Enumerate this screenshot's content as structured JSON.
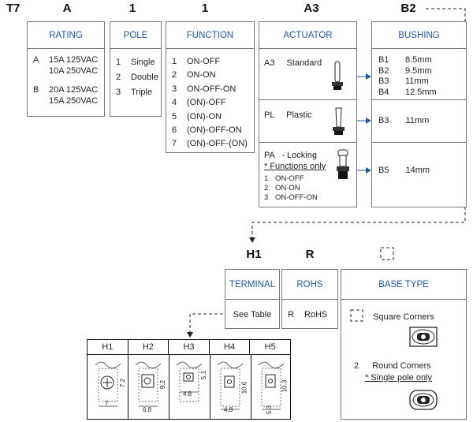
{
  "codes": {
    "t7": "T7",
    "a": "A",
    "pole": "1",
    "function": "1",
    "a3": "A3",
    "b2": "B2",
    "h1": "H1",
    "r": "R"
  },
  "rating": {
    "title": "RATING",
    "rows": [
      {
        "key": "A",
        "l1": "15A 125VAC",
        "l2": "10A 250VAC"
      },
      {
        "key": "B",
        "l1": "20A 125VAC",
        "l2": "15A 250VAC"
      }
    ]
  },
  "pole": {
    "title": "POLE",
    "rows": [
      {
        "k": "1",
        "v": "Single"
      },
      {
        "k": "2",
        "v": "Double"
      },
      {
        "k": "3",
        "v": "Triple"
      }
    ]
  },
  "function": {
    "title": "FUNCTION",
    "rows": [
      {
        "k": "1",
        "v": "ON-OFF"
      },
      {
        "k": "2",
        "v": "ON-ON"
      },
      {
        "k": "3",
        "v": "ON-OFF-ON"
      },
      {
        "k": "4",
        "v": "(ON)-OFF"
      },
      {
        "k": "5",
        "v": "(ON)-ON"
      },
      {
        "k": "6",
        "v": "(ON)-OFF-ON"
      },
      {
        "k": "7",
        "v": "(ON)-OFF-(ON)"
      }
    ]
  },
  "actuator": {
    "title": "ACTUATOR",
    "standard": {
      "k": "A3",
      "v": "Standard"
    },
    "plastic": {
      "k": "PL",
      "v": "Plastic"
    },
    "locking": {
      "k": "PA",
      "v": "-  Locking",
      "note": "* Functions only",
      "funcs": [
        {
          "k": "1",
          "v": "ON-OFF"
        },
        {
          "k": "2",
          "v": "ON-ON"
        },
        {
          "k": "3",
          "v": "ON-OFF-ON"
        }
      ]
    }
  },
  "bushing": {
    "title": "BUSHING",
    "g1": [
      {
        "k": "B1",
        "v": "8.5mm"
      },
      {
        "k": "B2",
        "v": "9.5mm"
      },
      {
        "k": "B3",
        "v": "11mm"
      },
      {
        "k": "B4",
        "v": "12.5mm"
      }
    ],
    "g2": {
      "k": "B3",
      "v": "11mm"
    },
    "g3": {
      "k": "B5",
      "v": "14mm"
    }
  },
  "terminal": {
    "title": "TERMINAL",
    "value": "See Table"
  },
  "rohs": {
    "title": "ROHS",
    "k": "R",
    "v": "RoHS"
  },
  "base": {
    "title": "BASE TYPE",
    "square": "Square Corners",
    "round_k": "2",
    "round": "Round Corners",
    "note": "* Single pole only"
  },
  "terminal_table": {
    "headers": [
      "H1",
      "H2",
      "H3",
      "H4",
      "H5"
    ],
    "dims": {
      "h1_v": "7.2",
      "h1_h": "7",
      "h2_v": "9.2",
      "h2_h": "6.8",
      "h3_v": "5.1",
      "h3_h": "4.8",
      "h4_v": "10.6",
      "h4_h": "4.8",
      "h5_v": "10.3",
      "h5_h": "5.3"
    }
  },
  "colors": {
    "accent": "#1f57a8",
    "border": "#777777"
  }
}
